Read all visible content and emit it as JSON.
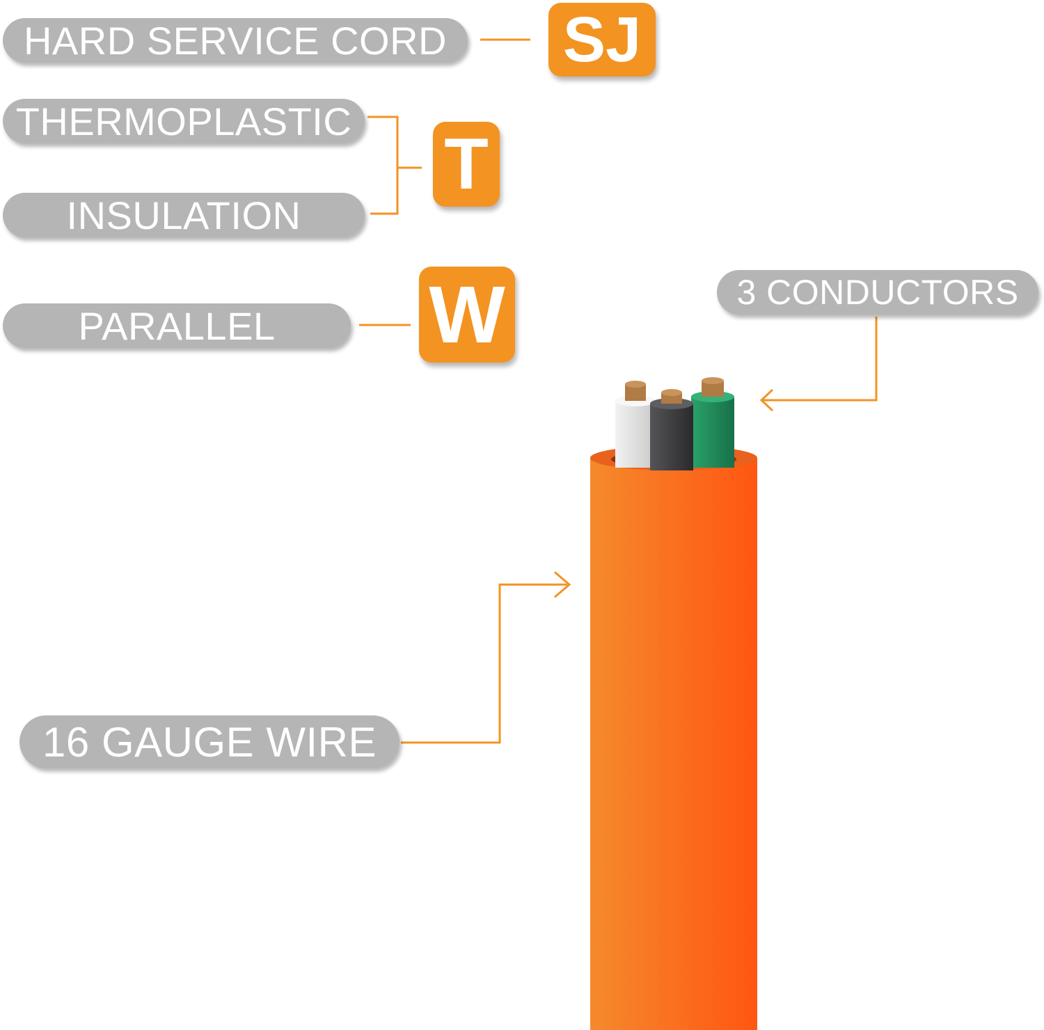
{
  "labels": {
    "hard_service_cord": "HARD SERVICE CORD",
    "thermoplastic": "THERMOPLASTIC",
    "insulation": "INSULATION",
    "parallel": "PARALLEL",
    "conductors": "3 CONDUCTORS",
    "gauge": "16 GAUGE WIRE"
  },
  "badges": {
    "sj": "SJ",
    "t": "T",
    "w": "W"
  },
  "colors": {
    "accent": "#f39322",
    "pill": "#b5b5b5",
    "cable_light": "#f58a2c",
    "cable_dark": "#ff5612",
    "wire_white": "#e2e2e2",
    "wire_black": "#3b3b3d",
    "wire_green": "#1f8a57",
    "copper": "#b07b45"
  }
}
